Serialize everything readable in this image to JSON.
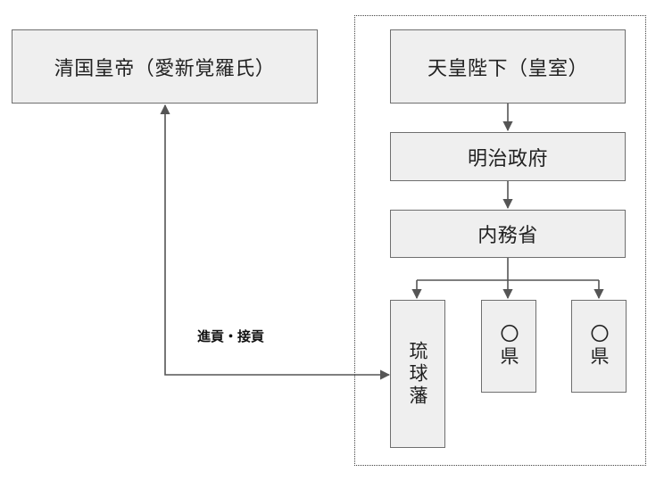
{
  "left_box": {
    "label": "清国皇帝（愛新覚羅氏）"
  },
  "right_group": {
    "emperor": "天皇陛下（皇室）",
    "government": "明治政府",
    "ministry": "内務省",
    "ryukyu": "琉球藩",
    "prefecture_1": "〇県",
    "prefecture_2": "〇県"
  },
  "connector_label": "進貢・接貢"
}
